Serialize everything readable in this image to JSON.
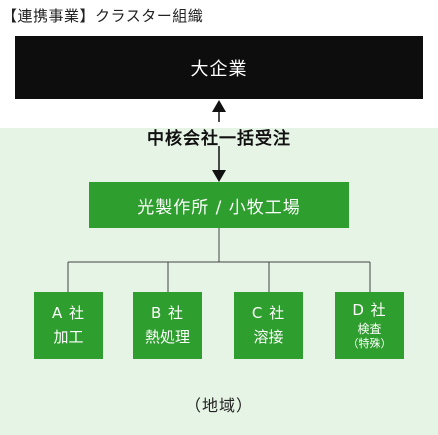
{
  "heading": "【連携事業】クラスター組織",
  "top_box": "大企業",
  "link_label": "中核会社一括受注",
  "hub_box": "光製作所 / 小牧工場",
  "companies": [
    {
      "name": "A 社",
      "role": "加工",
      "sub": ""
    },
    {
      "name": "B 社",
      "role": "熱処理",
      "sub": ""
    },
    {
      "name": "C 社",
      "role": "溶接",
      "sub": ""
    },
    {
      "name": "D 社",
      "role": "検査",
      "sub": "（特殊）"
    }
  ],
  "region_label": "（地域）",
  "colors": {
    "green": "#2e9e2e",
    "region_bg": "#e6f4e6",
    "black": "#0d0d0d"
  }
}
